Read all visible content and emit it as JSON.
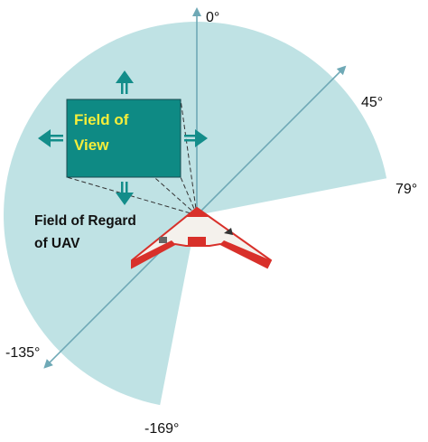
{
  "diagram": {
    "colors": {
      "regard_fill": "#bfe2e4",
      "fov_fill": "#0e8a84",
      "fov_text": "#f6ee3a",
      "arrow": "#138d8a",
      "axis": "#6fa9b6",
      "dash": "#333333",
      "uav_body": "#d8302a",
      "uav_wing": "#f4f1ec"
    },
    "field_of_view": {
      "line1": "Field of",
      "line2": "View"
    },
    "field_of_regard": {
      "line1": "Field of Regard",
      "line2": "of UAV"
    },
    "angles": [
      {
        "id": "a0",
        "text": "0°",
        "deg": 0
      },
      {
        "id": "a45",
        "text": "45°",
        "deg": 45
      },
      {
        "id": "a79",
        "text": "79°",
        "deg": 79
      },
      {
        "id": "an135",
        "text": "-135°",
        "deg": -135
      },
      {
        "id": "an169",
        "text": "-169°",
        "deg": -169
      }
    ],
    "icons": {
      "arrow_up": "arrow-up-icon",
      "arrow_down": "arrow-down-icon",
      "arrow_left": "arrow-left-icon",
      "arrow_right": "arrow-right-icon",
      "uav": "uav-flying-wing-icon"
    }
  }
}
